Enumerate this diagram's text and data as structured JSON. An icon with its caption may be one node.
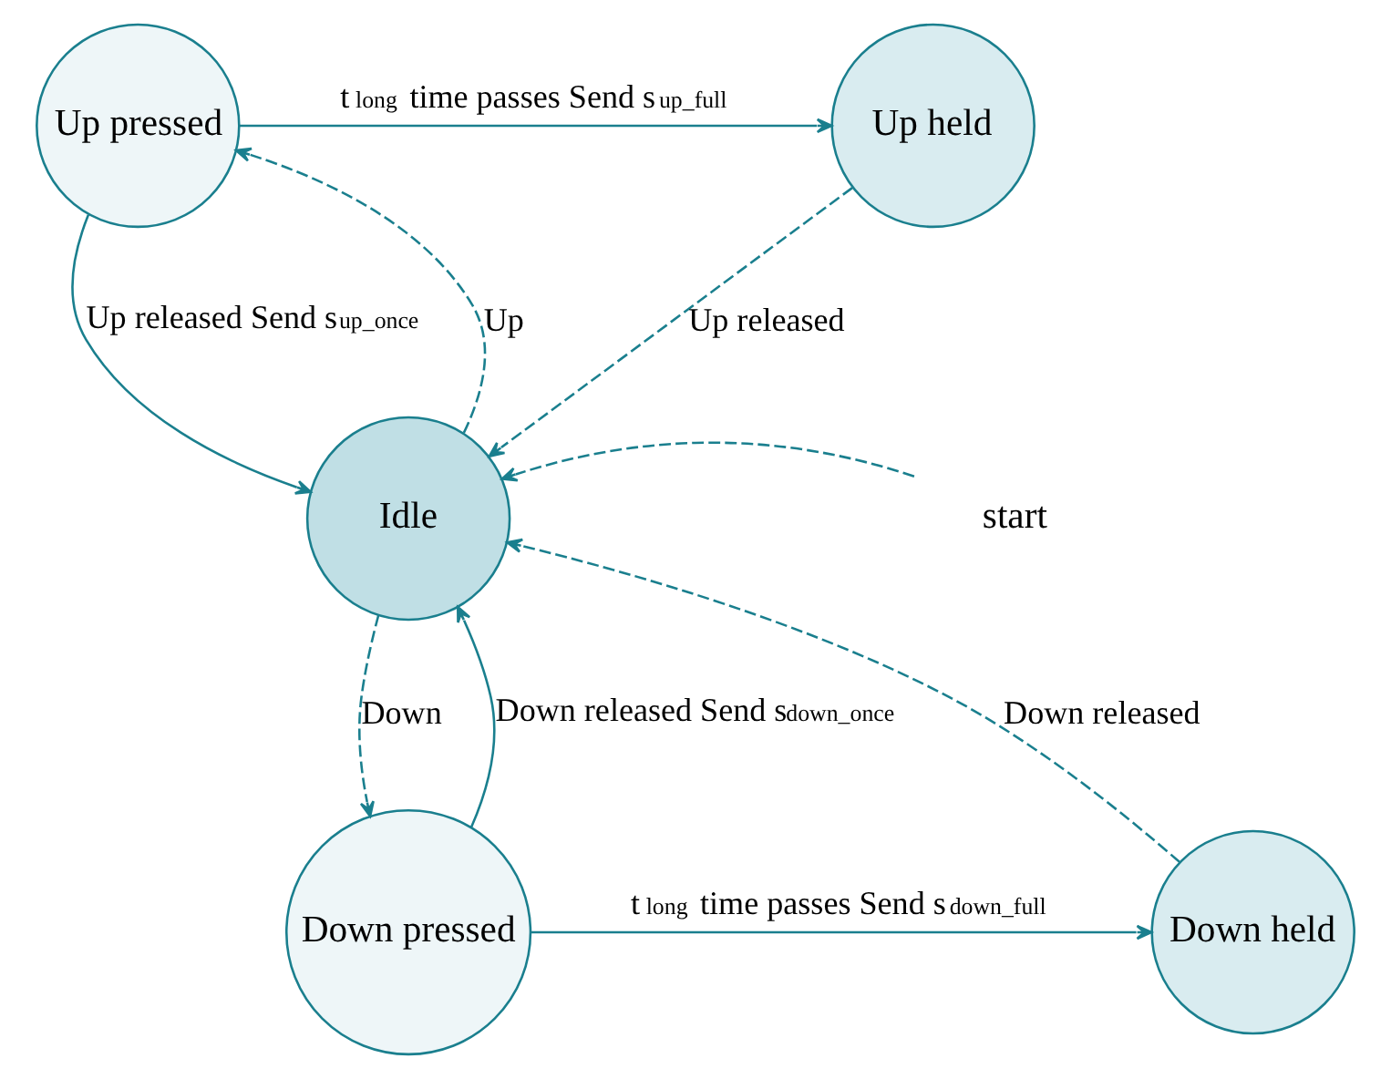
{
  "diagram": {
    "nodes": [
      {
        "text": [
          "Up pressed"
        ]
      },
      {
        "text": [
          "Up held"
        ]
      },
      {
        "text": [
          "Idle"
        ]
      },
      {
        "text": [
          "start"
        ]
      },
      {
        "text": [
          "Down pressed"
        ]
      },
      {
        "text": [
          "Down held"
        ]
      }
    ],
    "edges": [
      {
        "from": 0,
        "to": 1,
        "arrow": "to",
        "label": "t$_{long}$ time passes Send s$_{up_full}$"
      },
      {
        "from": 1,
        "to": 2,
        "arrow": "to",
        "style": "dashed",
        "label": "Up released"
      },
      {
        "from": 2,
        "to": 0,
        "arrow": "to",
        "style": "dashed",
        "label": "Up"
      },
      {
        "from": 0,
        "to": 2,
        "arrow": "to",
        "label": "Up released Send s$_{up_once}$"
      },
      {
        "from": 3,
        "to": 2,
        "arrow": "to",
        "style": "dashed"
      },
      {
        "from": 4,
        "to": 2,
        "arrow": "to",
        "label": "Down released Send s$_{down_once}$"
      },
      {
        "from": 2,
        "to": 4,
        "arrow": "to",
        "style": "dashed",
        "label": "Down"
      },
      {
        "from": 5,
        "to": 2,
        "arrow": "to",
        "style": "dashed",
        "label": "Down released"
      },
      {
        "from": 4,
        "to": 5,
        "arrow": "to",
        "label": "t$_{long}$ time passes Send s$_{down_full}$"
      }
    ]
  }
}
